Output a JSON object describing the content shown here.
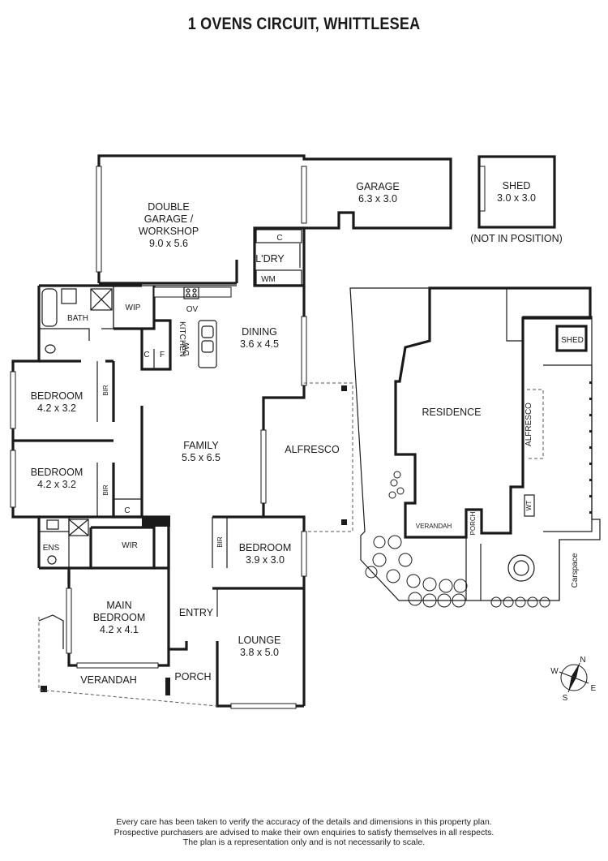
{
  "title": "1 OVENS CIRCUIT, WHITTLESEA",
  "rooms": {
    "double_garage": {
      "line1": "DOUBLE",
      "line2": "GARAGE /",
      "line3": "WORKSHOP",
      "dims": "9.0 x 5.6"
    },
    "garage": {
      "name": "GARAGE",
      "dims": "6.3 x 3.0"
    },
    "shed": {
      "name": "SHED",
      "dims": "3.0 x 3.0",
      "note": "(NOT IN POSITION)"
    },
    "laundry": {
      "name": "L'DRY",
      "c": "C",
      "wm": "WM"
    },
    "bath": {
      "name": "BATH"
    },
    "wip": {
      "name": "WIP"
    },
    "ov": {
      "name": "OV"
    },
    "kitchen": {
      "name": "KITCHEN",
      "c": "C",
      "f": "F",
      "dw": "DW"
    },
    "dining": {
      "name": "DINING",
      "dims": "3.6 x 4.5"
    },
    "bedroom1": {
      "name": "BEDROOM",
      "dims": "4.2 x 3.2",
      "bir": "BIR"
    },
    "bedroom2": {
      "name": "BEDROOM",
      "dims": "4.2 x 3.2",
      "bir": "BIR",
      "c": "C"
    },
    "family": {
      "name": "FAMILY",
      "dims": "5.5 x 6.5"
    },
    "alfresco": {
      "name": "ALFRESCO"
    },
    "ens": {
      "name": "ENS"
    },
    "wir": {
      "name": "WIR"
    },
    "bedroom3": {
      "name": "BEDROOM",
      "dims": "3.9 x 3.0",
      "bir": "BIR"
    },
    "main_bedroom": {
      "line1": "MAIN",
      "line2": "BEDROOM",
      "dims": "4.2 x 4.1"
    },
    "entry": {
      "name": "ENTRY"
    },
    "lounge": {
      "name": "LOUNGE",
      "dims": "3.8 x 5.0"
    },
    "verandah": {
      "name": "VERANDAH"
    },
    "porch": {
      "name": "PORCH"
    }
  },
  "site": {
    "residence": "RESIDENCE",
    "shed": "SHED",
    "alfresco": "ALFRESCO",
    "verandah": "VERANDAH",
    "porch": "PORCH",
    "carspace": "Carspace",
    "wt": "WT"
  },
  "compass": {
    "n": "N",
    "s": "S",
    "e": "E",
    "w": "W"
  },
  "disclaimer": {
    "line1": "Every care has been taken to verify the accuracy of the details and dimensions in this property plan.",
    "line2": "Prospective purchasers are advised to make their own enquiries to satisfy themselves in all respects.",
    "line3": "The plan is a representation only and is not necessarily to scale."
  }
}
